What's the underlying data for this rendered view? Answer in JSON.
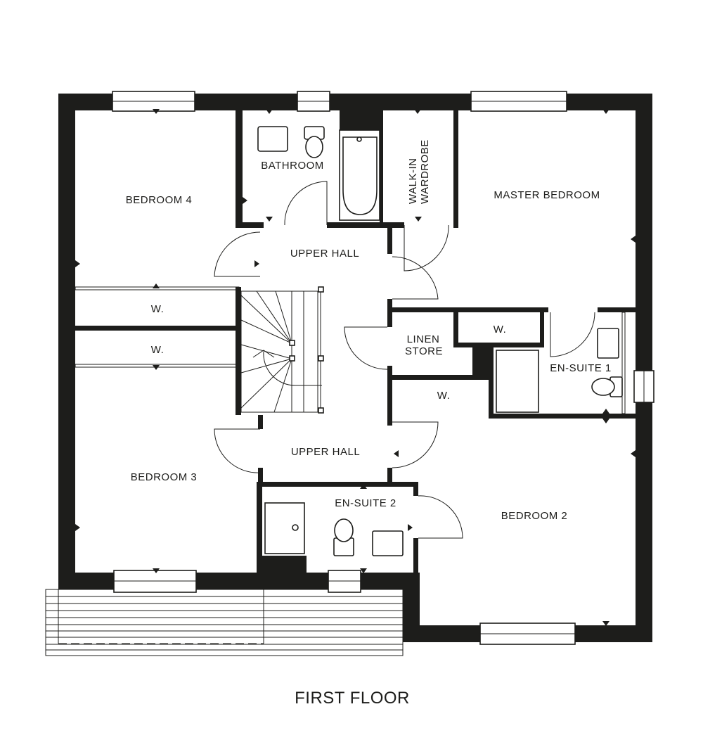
{
  "plan": {
    "title": "FIRST FLOOR",
    "rooms": {
      "bedroom4": "BEDROOM 4",
      "bathroom": "BATHROOM",
      "walkin_line1": "WALK-IN",
      "walkin_line2": "WARDROBE",
      "master": "MASTER BEDROOM",
      "upper_hall_top": "UPPER HALL",
      "wardrobe1": "W.",
      "wardrobe2": "W.",
      "linen_line1": "LINEN",
      "linen_line2": "STORE",
      "wardrobe3": "W.",
      "wardrobe4": "W.",
      "ensuite1": "EN-SUITE 1",
      "upper_hall_bottom": "UPPER HALL",
      "bedroom3": "BEDROOM 3",
      "ensuite2": "EN-SUITE 2",
      "bedroom2": "BEDROOM 2"
    },
    "colors": {
      "wall": "#1d1d1b",
      "background": "#ffffff"
    }
  }
}
